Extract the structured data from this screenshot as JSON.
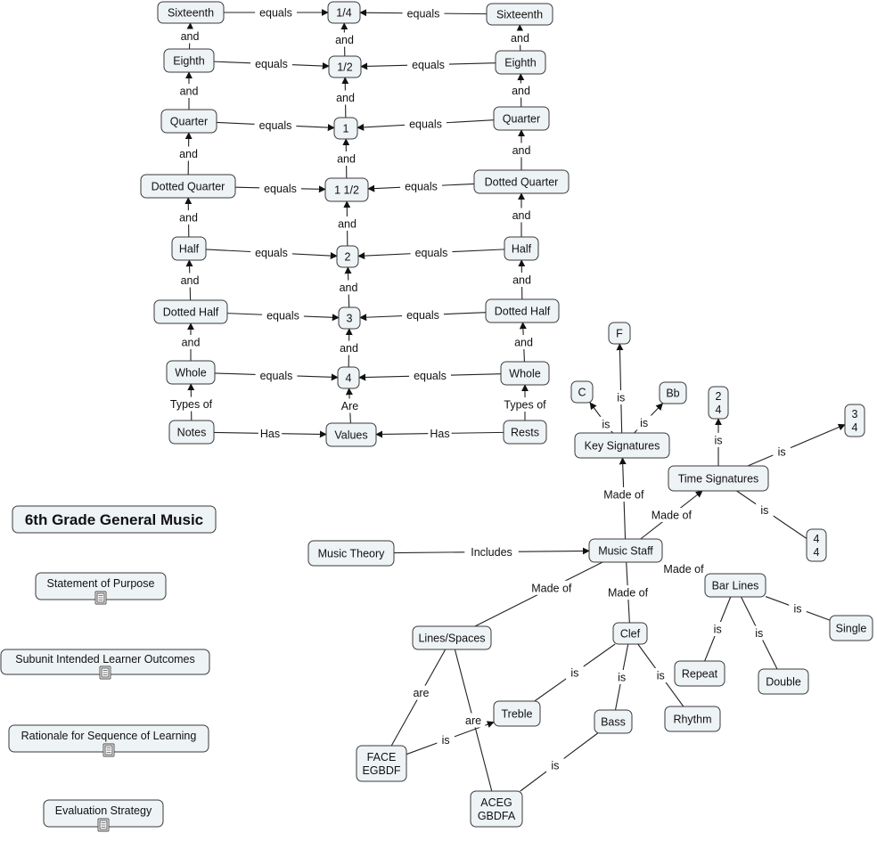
{
  "nodes": {
    "sixteenth_l": "Sixteenth",
    "q14": "1/4",
    "sixteenth_r": "Sixteenth",
    "eighth_l": "Eighth",
    "q12": "1/2",
    "eighth_r": "Eighth",
    "quarter_l": "Quarter",
    "v1": "1",
    "quarter_r": "Quarter",
    "dq_l": "Dotted Quarter",
    "v112": "1 1/2",
    "dq_r": "Dotted Quarter",
    "half_l": "Half",
    "v2": "2",
    "half_r": "Half",
    "dh_l": "Dotted Half",
    "v3": "3",
    "dh_r": "Dotted Half",
    "whole_l": "Whole",
    "v4": "4",
    "whole_r": "Whole",
    "notes": "Notes",
    "values": "Values",
    "rests": "Rests",
    "music_theory": "Music Theory",
    "music_staff": "Music Staff",
    "key_sig": "Key Signatures",
    "ks_f": "F",
    "ks_c": "C",
    "ks_bb": "Bb",
    "time_sig": "Time Signatures",
    "ts24": [
      "2",
      "4"
    ],
    "ts34": [
      "3",
      "4"
    ],
    "ts44": [
      "4",
      "4"
    ],
    "bar_lines": "Bar Lines",
    "bl_single": "Single",
    "bl_repeat": "Repeat",
    "bl_double": "Double",
    "lines_spaces": "Lines/Spaces",
    "clef": "Clef",
    "treble": "Treble",
    "bass": "Bass",
    "rhythm": "Rhythm",
    "face": [
      "FACE",
      "EGBDF"
    ],
    "aceg": [
      "ACEG",
      "GBDFA"
    ]
  },
  "sidebar": {
    "title": "6th Grade General Music",
    "resources": [
      "Statement of Purpose",
      "Subunit Intended Learner Outcomes",
      "Rationale for Sequence of Learning",
      "Evaluation Strategy"
    ],
    "resource_icon": "document-icon"
  },
  "links": {
    "and": "and",
    "equals": "equals",
    "has": "Has",
    "are": "Are",
    "types_of": "Types of",
    "includes": "Includes",
    "made_of": "Made of",
    "is": "is",
    "are_lower": "are"
  }
}
